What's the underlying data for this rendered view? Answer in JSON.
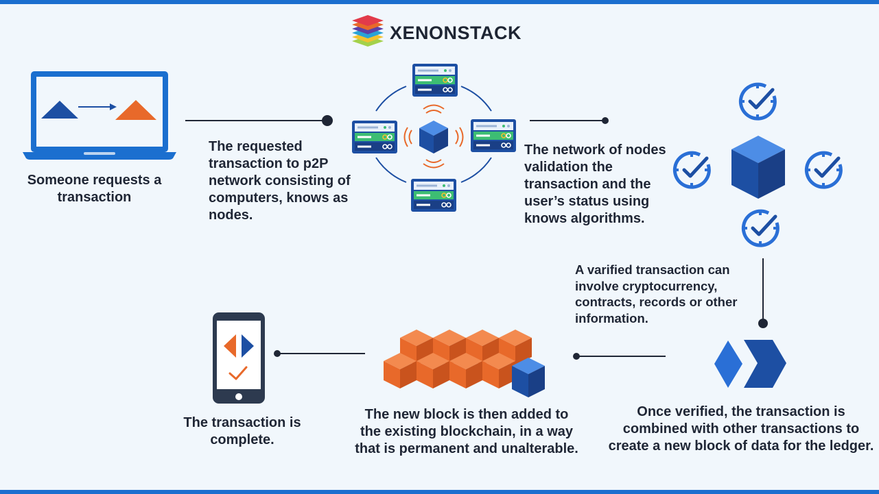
{
  "brand": {
    "name": "XENONSTACK"
  },
  "steps": {
    "request": "Someone requests a transaction",
    "p2p": "The requested transaction to p2P network consisting of computers, knows as nodes.",
    "validate": "The network of nodes validation the transaction and the user’s status using knows algorithms.",
    "verified": "A varified transaction can involve cryptocurrency, contracts, records or other information.",
    "combine": "Once verified, the transaction is combined with other transactions to create a new block of data for the ledger.",
    "added": "The new block is then added to the existing blockchain, in a way that is permanent and unalterable.",
    "complete": "The transaction is complete."
  },
  "colors": {
    "blue_dark": "#1d4fa3",
    "blue": "#2a6fd6",
    "orange": "#e8692a",
    "green": "#3dbd73",
    "navy": "#1f2635",
    "light": "#f1f7fc"
  }
}
